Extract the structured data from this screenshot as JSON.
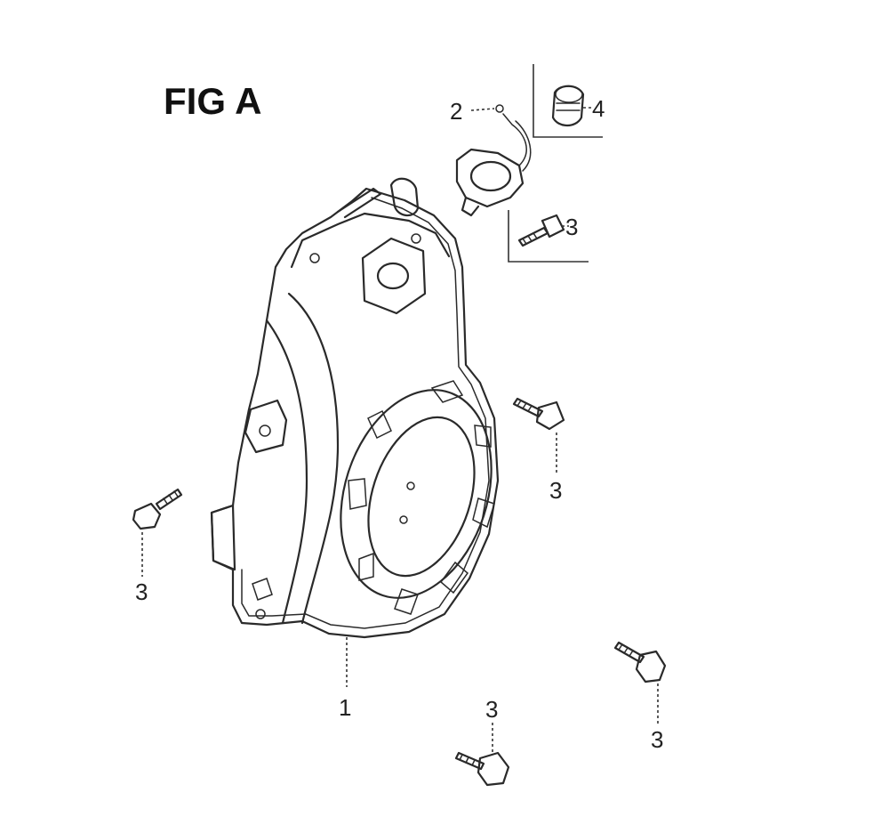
{
  "figure": {
    "title": "FIG A"
  },
  "callouts": {
    "shroud": "1",
    "switch_wire": "2",
    "switch_bolt": "3",
    "bolt_right": "3",
    "bolt_left": "3",
    "bolt_bottom": "3",
    "bolt_lower_right": "3",
    "knob": "4"
  }
}
